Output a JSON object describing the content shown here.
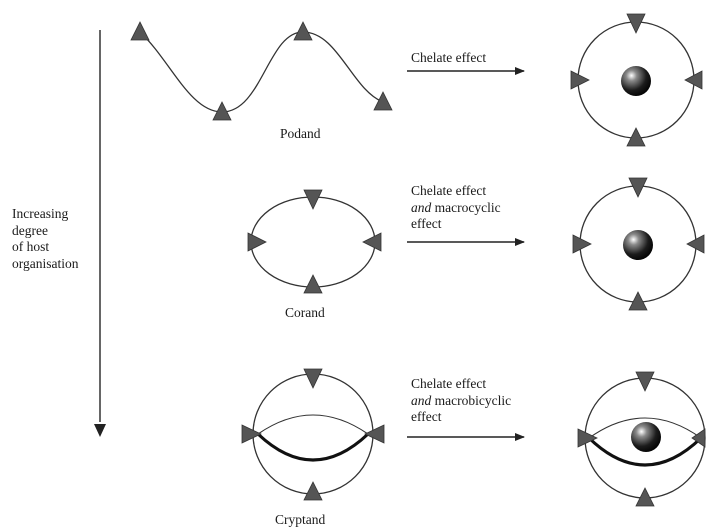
{
  "axis": {
    "label_lines": [
      "Increasing",
      "degree",
      "of host",
      "organisation"
    ]
  },
  "rows": [
    {
      "name": "Podand",
      "effect": {
        "lines": [
          {
            "italic": "",
            "text": "Chelate effect"
          }
        ]
      }
    },
    {
      "name": "Corand",
      "effect": {
        "lines": [
          {
            "italic": "",
            "text": "Chelate effect"
          },
          {
            "italic": "and",
            "text": " macrocyclic"
          },
          {
            "italic": "",
            "text": "effect"
          }
        ]
      }
    },
    {
      "name": "Cryptand",
      "effect": {
        "lines": [
          {
            "italic": "",
            "text": "Chelate effect"
          },
          {
            "italic": "and",
            "text": " macrobicyclic"
          },
          {
            "italic": "",
            "text": "effect"
          }
        ]
      }
    }
  ],
  "colors": {
    "ink": "#333333",
    "triangle": "#555555",
    "sphere_dark": "#111111",
    "sphere_light": "#ffffff"
  }
}
